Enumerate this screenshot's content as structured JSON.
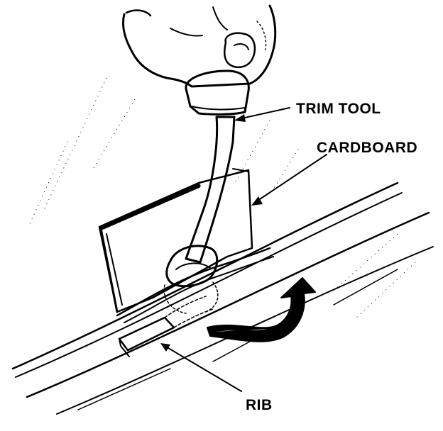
{
  "labels": {
    "trim_tool": "TRIM TOOL",
    "cardboard": "CARDBOARD",
    "rib": "RIB"
  },
  "colors": {
    "ink": "#000000",
    "paper": "#ffffff"
  }
}
